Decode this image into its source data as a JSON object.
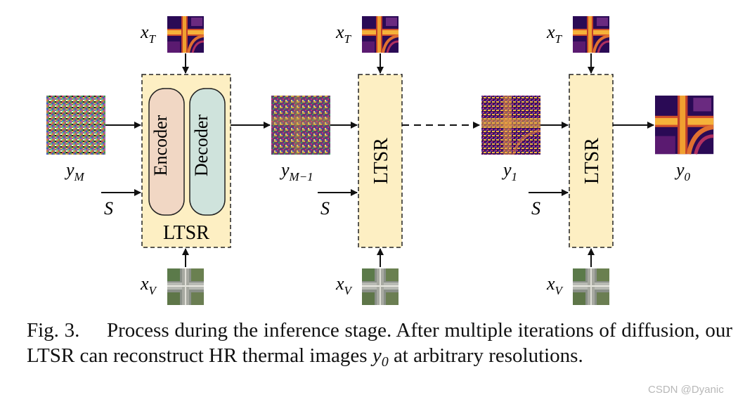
{
  "diagram": {
    "labels": {
      "xT": "T",
      "xV": "V",
      "x_base": "x",
      "s": "S",
      "y_base": "y",
      "yM_sub": "M",
      "yM1_sub": "M−1",
      "y1_sub": "1",
      "y0_sub": "0",
      "encoder": "Encoder",
      "decoder": "Decoder",
      "ltsr": "LTSR"
    },
    "colors": {
      "block_fill": "#fdefc3",
      "block_border": "#222222",
      "encoder_fill": "#f1d7c4",
      "decoder_fill": "#cfe3dc",
      "thermal_dark": "#2a0a55",
      "thermal_bright": "#f5b23a",
      "visible_gray": "#8a9088",
      "visible_green": "#5b7a4a"
    },
    "icons": [
      "noise-image-icon",
      "thermal-image-icon",
      "visible-image-icon",
      "partially-denoised-image-icon"
    ]
  },
  "caption": {
    "prefix": "Fig. 3.",
    "part1": "Process during the inference stage. After multiple iterations of diffusion, our LTSR can reconstruct HR thermal images ",
    "var_base": "y",
    "var_sub": "0",
    "part2": " at arbitrary resolutions."
  },
  "watermark": "CSDN @Dyanic"
}
